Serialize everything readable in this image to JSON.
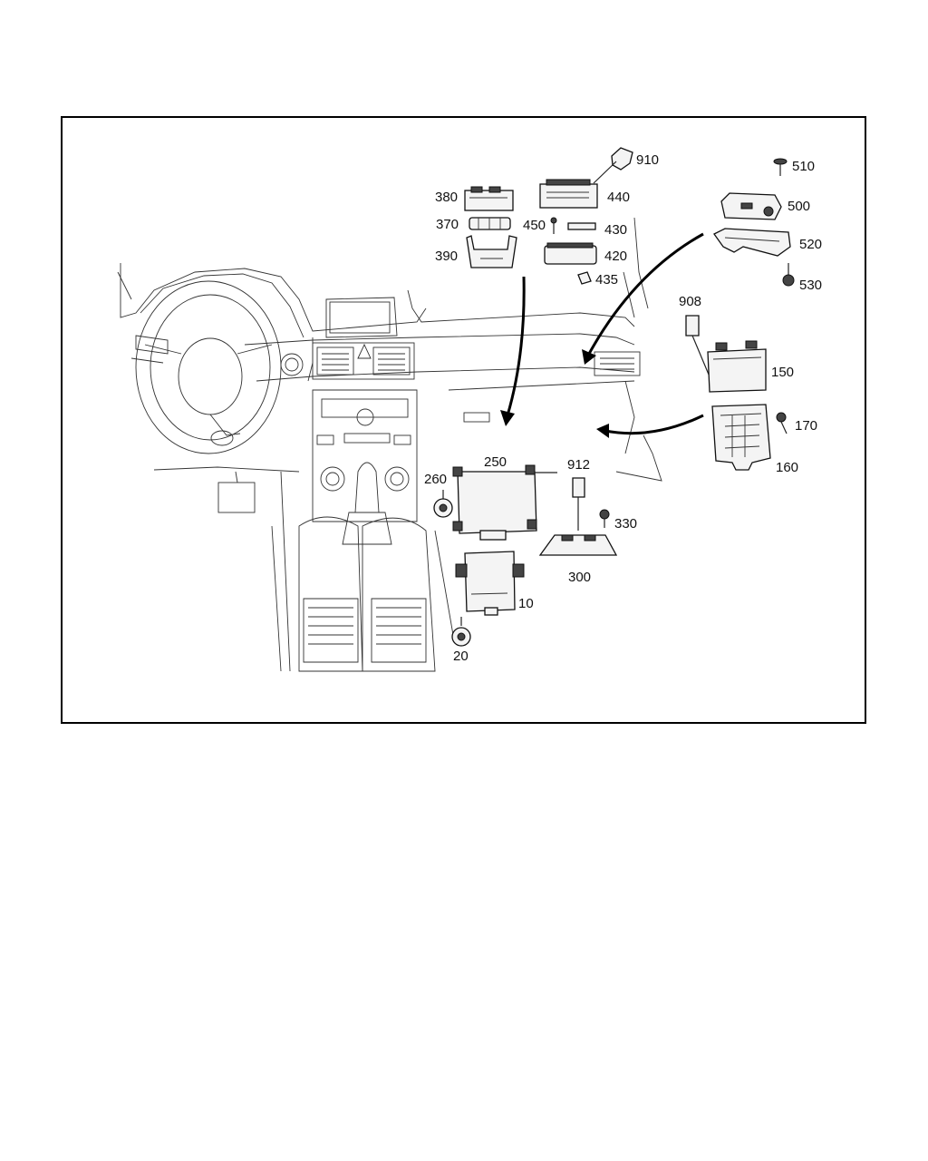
{
  "diagram": {
    "part_labels": {
      "p910": "910",
      "p510": "510",
      "p380": "380",
      "p440": "440",
      "p500": "500",
      "p370": "370",
      "p450": "450",
      "p430": "430",
      "p520": "520",
      "p390": "390",
      "p420": "420",
      "p435": "435",
      "p530": "530",
      "p908": "908",
      "p150": "150",
      "p170": "170",
      "p160": "160",
      "p250": "250",
      "p912": "912",
      "p260": "260",
      "p330": "330",
      "p300": "300",
      "p10": "10",
      "p20": "20"
    }
  }
}
